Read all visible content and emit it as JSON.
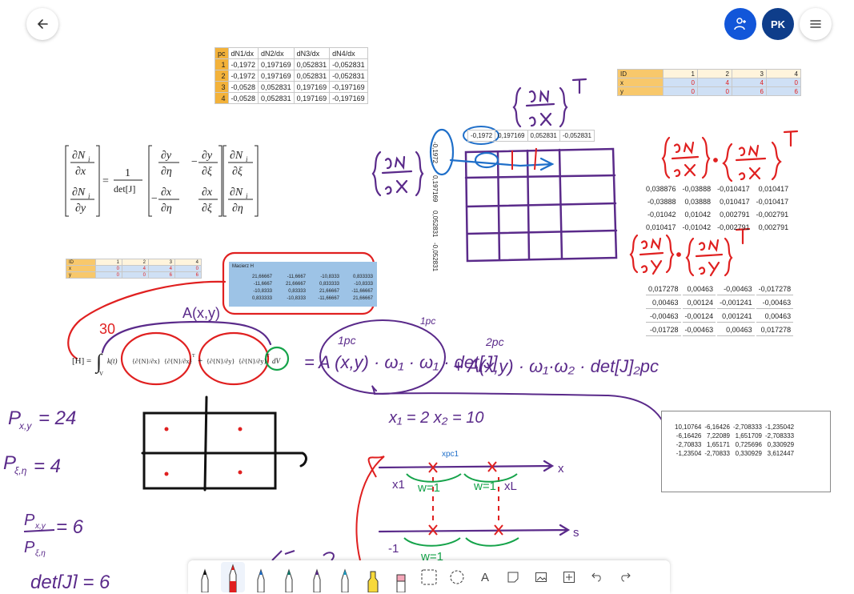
{
  "header": {
    "back_icon": "arrow-left-icon",
    "invite_icon": "person-add-icon",
    "avatar_initials": "PK",
    "menu_icon": "hamburger-menu-icon",
    "accent_color": "#1256d9"
  },
  "table_dN_dx": {
    "headers": [
      "pc",
      "dN1/dx",
      "dN2/dx",
      "dN3/dx",
      "dN4/dx"
    ],
    "rows": [
      [
        "1",
        "-0,1972",
        "0,197169",
        "0,052831",
        "-0,052831"
      ],
      [
        "2",
        "-0,1972",
        "0,197169",
        "0,052831",
        "-0,052831"
      ],
      [
        "3",
        "-0,0528",
        "0,052831",
        "0,197169",
        "-0,197169"
      ],
      [
        "4",
        "-0,0528",
        "0,052831",
        "0,197169",
        "-0,197169"
      ]
    ]
  },
  "table_coords_large": {
    "id_label": "ID",
    "x_label": "x",
    "y_label": "y",
    "ids": [
      "1",
      "2",
      "3",
      "4"
    ],
    "x": [
      "0",
      "4",
      "4",
      "0"
    ],
    "y": [
      "0",
      "0",
      "6",
      "6"
    ]
  },
  "table_coords_small": {
    "id_label": "ID",
    "x_label": "x",
    "y_label": "y",
    "ids": [
      "1",
      "2",
      "3",
      "4"
    ],
    "x": [
      "0",
      "4",
      "4",
      "0"
    ],
    "y": [
      "0",
      "0",
      "6",
      "6"
    ]
  },
  "macierz_h": {
    "title": "Macierz H",
    "rows": [
      [
        "21,66667",
        "-11,6667",
        "-10,8333",
        "0,833333"
      ],
      [
        "-11,6667",
        "21,66667",
        "0,833333",
        "-10,8333"
      ],
      [
        "-10,8333",
        "0,83333",
        "21,66667",
        "-11,66667"
      ],
      [
        "0,833333",
        "-10,8333",
        "-11,66667",
        "21,66667"
      ]
    ]
  },
  "strip_horizontal": [
    "-0,1972",
    "0,197169",
    "0,052831",
    "-0,052831"
  ],
  "strip_vertical": [
    "-0,1972",
    "0,197169",
    "0,052831",
    "-0,052831"
  ],
  "table_dx_product": {
    "rows": [
      [
        "0,038876",
        "-0,03888",
        "-0,010417",
        "0,010417"
      ],
      [
        "-0,03888",
        "0,03888",
        "0,010417",
        "-0,010417"
      ],
      [
        "-0,01042",
        "0,01042",
        "0,002791",
        "-0,002791"
      ],
      [
        "0,010417",
        "-0,01042",
        "-0,002791",
        "0,002791"
      ]
    ]
  },
  "table_dy_product": {
    "rows": [
      [
        "0,017278",
        "0,00463",
        "-0,00463",
        "-0,017278"
      ],
      [
        "0,00463",
        "0,00124",
        "-0,001241",
        "-0,00463"
      ],
      [
        "-0,00463",
        "-0,00124",
        "0,001241",
        "0,00463"
      ],
      [
        "-0,01728",
        "-0,00463",
        "0,00463",
        "0,017278"
      ]
    ]
  },
  "table_result": {
    "rows": [
      [
        "10,10764",
        "-6,16426",
        "-2,708333",
        "-1,235042"
      ],
      [
        "-6,16426",
        "7,22089",
        "1,651709",
        "-2,708333"
      ],
      [
        "-2,70833",
        "1,65171",
        "0,725696",
        "0,330929"
      ],
      [
        "-1,23504",
        "-2,70833",
        "0,330929",
        "3,612447"
      ]
    ]
  },
  "formula": {
    "num1": "∂N",
    "sub1": "i",
    "den1": "∂x",
    "num2": "∂N",
    "sub2": "i",
    "den2": "∂y",
    "eq": "=",
    "frac_num": "1",
    "frac_den": "det[J]",
    "m11n": "∂y",
    "m11d": "∂η",
    "m12n": "∂y",
    "m12d": "∂ξ",
    "m21n": "∂x",
    "m21d": "∂η",
    "m22n": "∂x",
    "m22d": "∂ξ",
    "minus": "−",
    "r1n": "∂N",
    "r1sub": "i",
    "r1d": "∂ξ",
    "r2n": "∂N",
    "r2sub": "i",
    "r2d": "∂η"
  },
  "integral": {
    "lhs": "[H] =",
    "int": "∫",
    "int_sub": "V",
    "k": "k(t)",
    "t1a": "{∂{N}/∂x}",
    "t1b": "{∂{N}/∂x}",
    "t2a": "{∂{N}/∂y}",
    "t2b": "{∂{N}/∂y}",
    "sup": "T",
    "plus": "+",
    "dv": "dV"
  },
  "toolbar": {
    "tools": [
      "pen-black-icon",
      "pen-red-icon",
      "pen-blue-icon",
      "pen-teal-icon",
      "pen-purple-icon",
      "pen-cyan-icon",
      "highlighter-yellow-icon",
      "eraser-icon",
      "lasso-select-icon",
      "shape-icon",
      "text-icon",
      "sticky-note-icon",
      "image-icon",
      "add-icon",
      "undo-icon",
      "redo-icon"
    ],
    "text_glyph": "A"
  }
}
